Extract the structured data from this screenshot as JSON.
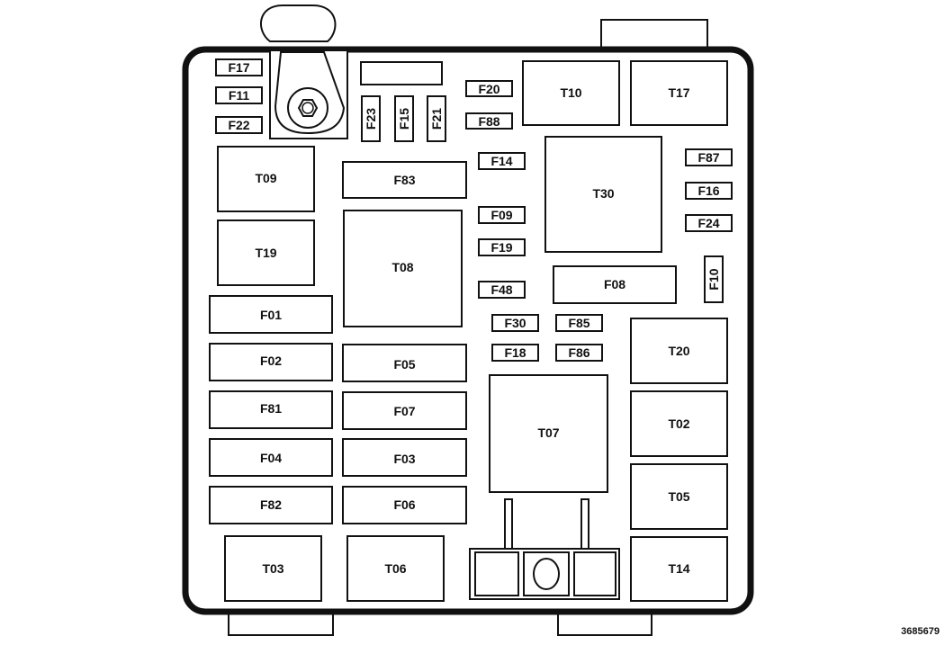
{
  "diagram_id": "3685679",
  "fuses": {
    "F17": "F17",
    "F11": "F11",
    "F22": "F22",
    "F23": "F23",
    "F15": "F15",
    "F21": "F21",
    "F20": "F20",
    "F88": "F88",
    "F14": "F14",
    "F83": "F83",
    "F09": "F09",
    "F19": "F19",
    "F48": "F48",
    "F87": "F87",
    "F16": "F16",
    "F24": "F24",
    "F10": "F10",
    "F08": "F08",
    "F30": "F30",
    "F85": "F85",
    "F18": "F18",
    "F86": "F86",
    "F01": "F01",
    "F02": "F02",
    "F81": "F81",
    "F04": "F04",
    "F82": "F82",
    "F05": "F05",
    "F07": "F07",
    "F03": "F03",
    "F06": "F06"
  },
  "relays": {
    "T09": "T09",
    "T19": "T19",
    "T08": "T08",
    "T10": "T10",
    "T17": "T17",
    "T30": "T30",
    "T20": "T20",
    "T02": "T02",
    "T05": "T05",
    "T14": "T14",
    "T07": "T07",
    "T03": "T03",
    "T06": "T06"
  }
}
